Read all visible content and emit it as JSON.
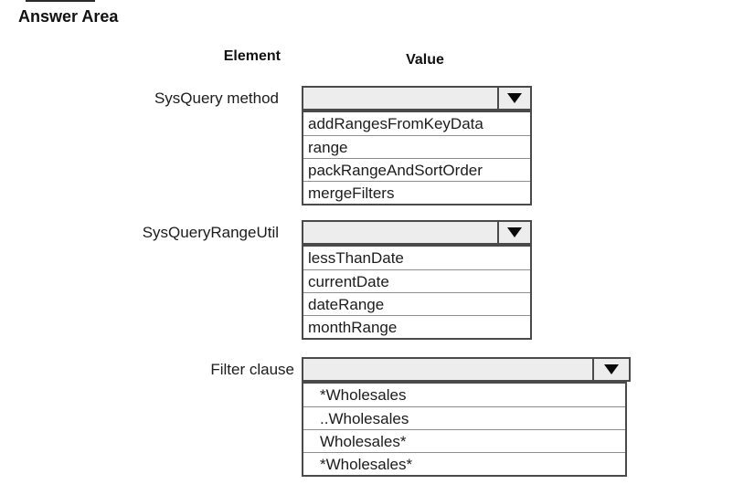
{
  "title": "Answer Area",
  "columns": {
    "element": "Element",
    "value": "Value"
  },
  "colors": {
    "combo_background": "#ededed",
    "outer_border": "#4a4a4a",
    "row_separator": "#8f8f8f",
    "text": "#1c1c1c",
    "arrow": "#0a0a0a"
  },
  "icons": {
    "dropdown_arrow": "chevron-down"
  },
  "groups": [
    {
      "label": "SysQuery method",
      "selected": "",
      "options": [
        "addRangesFromKeyData",
        "range",
        "packRangeAndSortOrder",
        "mergeFilters"
      ]
    },
    {
      "label": "SysQueryRangeUtil",
      "selected": "",
      "options": [
        "lessThanDate",
        "currentDate",
        "dateRange",
        "monthRange"
      ]
    },
    {
      "label": "Filter clause",
      "selected": "",
      "options": [
        "*Wholesales",
        "..Wholesales",
        "Wholesales*",
        "*Wholesales*"
      ]
    }
  ]
}
